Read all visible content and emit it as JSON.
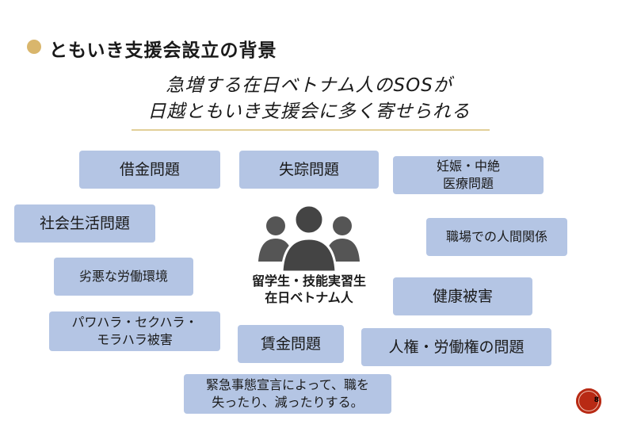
{
  "title": "ともいき支援会設立の背景",
  "headline": [
    "急増する在日ベトナム人のSOSが",
    "日越ともいき支援会に多く寄せられる"
  ],
  "issues": [
    "借金問題",
    "失踪問題",
    "妊娠・中絶\n医療問題",
    "社会生活問題",
    "職場での人間関係",
    "劣悪な労働環境",
    "健康被害",
    "パワハラ・セクハラ・\nモラハラ被害",
    "賃金問題",
    "人権・労働権の問題",
    "緊急事態宣言によって、職を\n失ったり、減ったりする。"
  ],
  "center": [
    "留学生・技能実習生",
    "在日ベトナム人"
  ],
  "page_number": "8",
  "colors": {
    "box": "#b4c5e4",
    "accent": "#d9b66c",
    "page_badge": "#b82a14"
  }
}
